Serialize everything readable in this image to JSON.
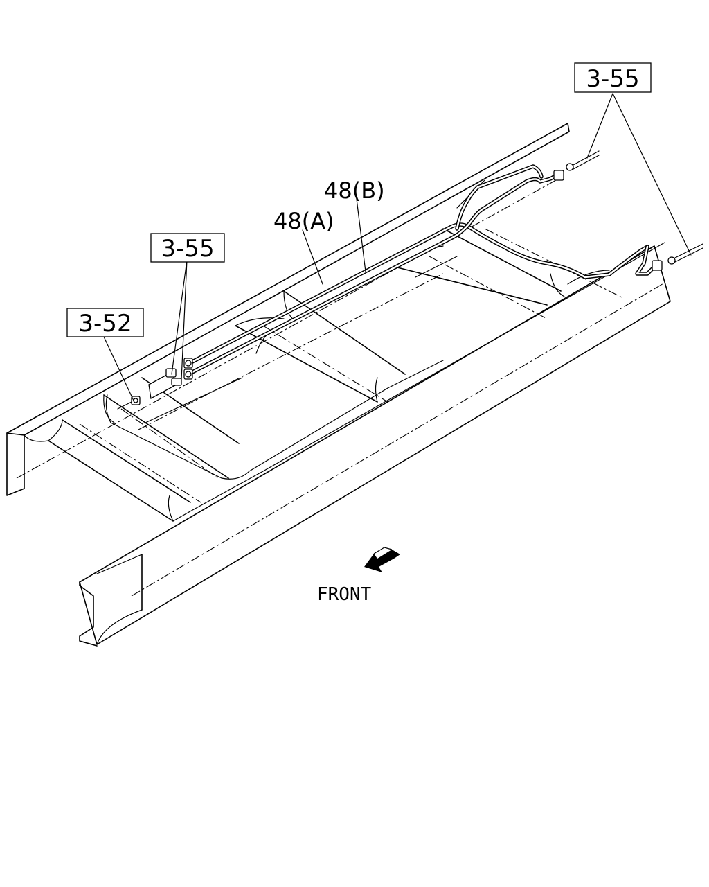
{
  "callouts": {
    "ref_3_55_top_right": "3-55",
    "ref_3_55_left": "3-55",
    "ref_3_52": "3-52"
  },
  "part_labels": {
    "pipe_a": "48(A)",
    "pipe_b": "48(B)"
  },
  "direction": {
    "label": "FRONT",
    "icon": "arrow-front-icon"
  }
}
